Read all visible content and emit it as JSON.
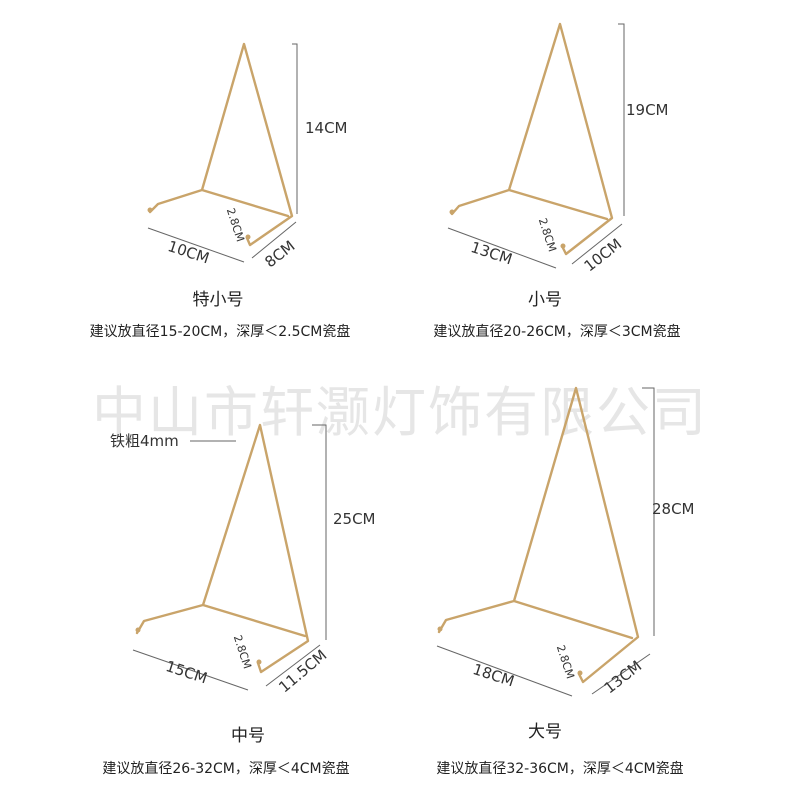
{
  "watermark": "中山市轩灏灯饰有限公司",
  "annotation": "铁粗4mm",
  "colors": {
    "gold": "#c9a46a",
    "guide": "#666666",
    "watermark": "#e6e6e6"
  },
  "products": [
    {
      "height": "14CM",
      "width": "10CM",
      "depth": "8CM",
      "lip": "2.8CM",
      "name": "特小号",
      "desc": "建议放直径15-20CM，深厚＜2.5CM瓷盘"
    },
    {
      "height": "19CM",
      "width": "13CM",
      "depth": "10CM",
      "lip": "2.8CM",
      "name": "小号",
      "desc": "建议放直径20-26CM，深厚＜3CM瓷盘"
    },
    {
      "height": "25CM",
      "width": "15CM",
      "depth": "11.5CM",
      "lip": "2.8CM",
      "name": "中号",
      "desc": "建议放直径26-32CM，深厚＜4CM瓷盘"
    },
    {
      "height": "28CM",
      "width": "18CM",
      "depth": "13CM",
      "lip": "2.8CM",
      "name": "大号",
      "desc": "建议放直径32-36CM，深厚＜4CM瓷盘"
    }
  ]
}
